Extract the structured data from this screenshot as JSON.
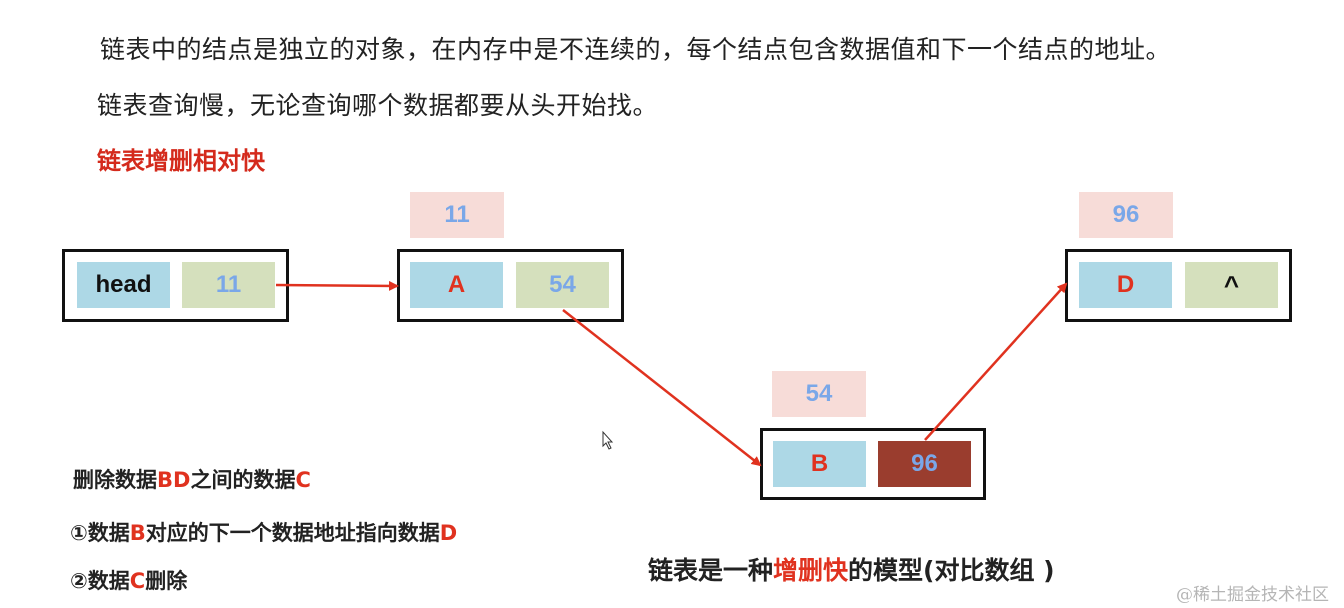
{
  "intro": {
    "line1": "链表中的结点是独立的对象，在内存中是不连续的，每个结点包含数据值和下一个结点的地址。",
    "line2": "链表查询慢，无论查询哪个数据都要从头开始找。"
  },
  "heading": "链表增删相对快",
  "nodes": {
    "head": {
      "data": "head",
      "next": "11"
    },
    "a": {
      "address": "11",
      "data": "A",
      "next": "54"
    },
    "b": {
      "address": "54",
      "data": "B",
      "next": "96"
    },
    "d": {
      "address": "96",
      "data": "D",
      "next": "^"
    }
  },
  "notes": {
    "delete": {
      "pre": "删除数据",
      "key1": "BD",
      "mid": "之间的数据",
      "key2": "C"
    },
    "step1": {
      "pre": "①数据",
      "key1": "B",
      "mid": "对应的下一个数据地址指向数据",
      "key2": "D"
    },
    "step2": {
      "pre": "②数据",
      "key1": "C",
      "post": "删除"
    }
  },
  "summary": {
    "pre": "链表是一种",
    "key": "增删快",
    "post": "的模型(对比数组 )"
  },
  "watermark": "@稀土掘金技术社区",
  "colors": {
    "arrow": "#e0321f",
    "data_cell": "#add8e6",
    "next_cell": "#d5e0bd",
    "changed_next_cell": "#9a3d2e",
    "address_box": "#f7dcd8",
    "highlight_text": "#e0321f"
  }
}
